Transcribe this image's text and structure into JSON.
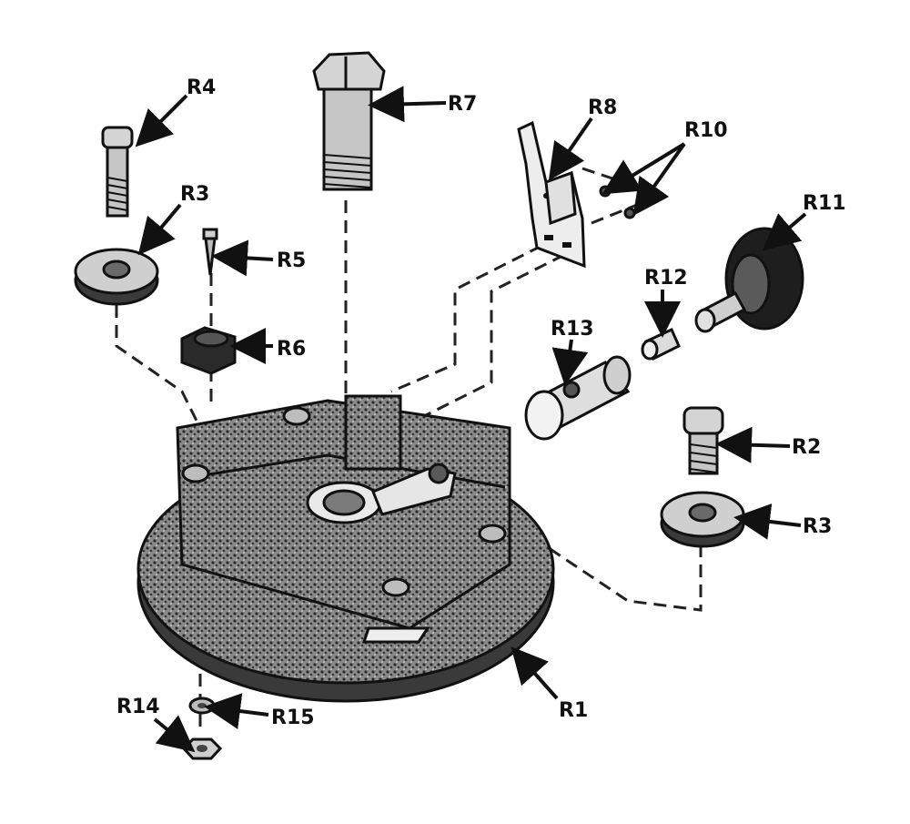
{
  "labels": {
    "r1": "R1",
    "r2": "R2",
    "r3a": "R3",
    "r3b": "R3",
    "r4": "R4",
    "r5": "R5",
    "r6": "R6",
    "r7": "R7",
    "r8": "R8",
    "r10": "R10",
    "r11": "R11",
    "r12": "R12",
    "r13": "R13",
    "r14": "R14",
    "r15": "R15"
  },
  "colors": {
    "ink": "#111111",
    "casting_fill": "#6e6e6e",
    "metal_light": "#d9d9d9",
    "metal_mid": "#9a9a9a"
  }
}
